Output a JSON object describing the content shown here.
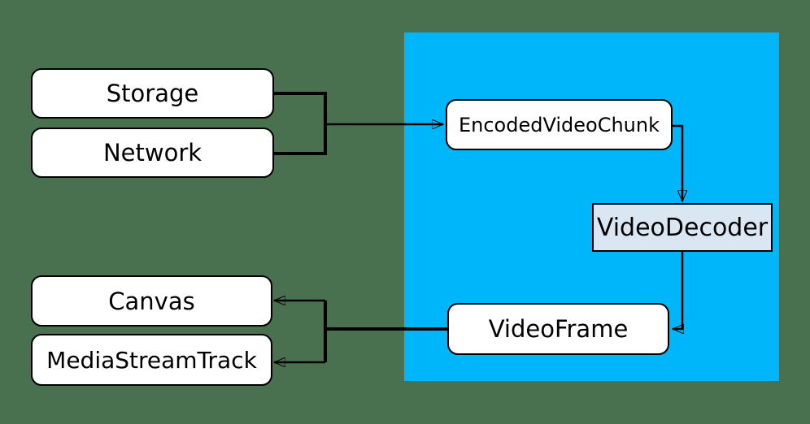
{
  "colors": {
    "background": "#4a714f",
    "webcodecs_region": "#00b6fb",
    "node_fill": "#ffffff",
    "decoder_fill": "#dbe6f3",
    "line": "#000000"
  },
  "nodes": {
    "storage": {
      "label": "Storage"
    },
    "network": {
      "label": "Network"
    },
    "canvas": {
      "label": "Canvas"
    },
    "media_stream_track": {
      "label": "MediaStreamTrack"
    },
    "encoded_video_chunk": {
      "label": "EncodedVideoChunk"
    },
    "video_decoder": {
      "label": "VideoDecoder"
    },
    "video_frame": {
      "label": "VideoFrame"
    }
  }
}
